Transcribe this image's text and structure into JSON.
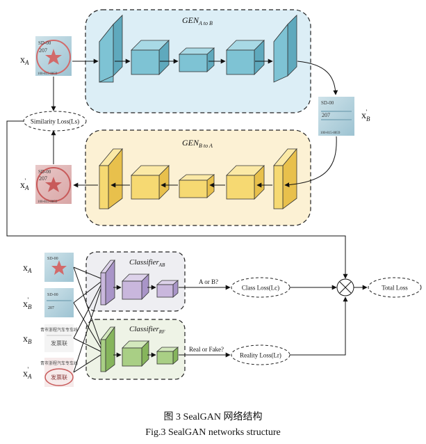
{
  "gen_ab": {
    "name": "GEN",
    "sub": "A to B"
  },
  "gen_ba": {
    "name": "GEN",
    "sub": "B to A"
  },
  "classifier_ab": {
    "name": "Classifier",
    "sub": "AB"
  },
  "classifier_rf": {
    "name": "Classifier",
    "sub": "RF"
  },
  "inputs": {
    "x_a": {
      "base": "x",
      "sub": "A"
    },
    "x_b_prime": {
      "base": "x",
      "sub": "B",
      "prime": "'"
    },
    "x_a_prime": {
      "base": "x",
      "sub": "A",
      "prime": "'"
    }
  },
  "classifier_inputs": [
    {
      "base": "x",
      "sub": "A",
      "prime": ""
    },
    {
      "base": "x",
      "sub": "B",
      "prime": "'"
    },
    {
      "base": "x",
      "sub": "B",
      "prime": ""
    },
    {
      "base": "x",
      "sub": "A",
      "prime": "'"
    }
  ],
  "losses": {
    "similarity": "Similarity Loss(Ls)",
    "class": "Class Loss(Lc)",
    "reality": "Reality Loss(Lr)",
    "total": "Total Loss"
  },
  "edge_labels": {
    "a_or_b": "A or B?",
    "real_or_fake": "Real or Fake?"
  },
  "stamp_text": {
    "number": "207",
    "code": "SD-00",
    "bottom": "100-815-8859",
    "header": "青市浙程汽车专车线",
    "footer": "发票联"
  },
  "caption": {
    "cn": "图 3 SealGAN 网络结构",
    "en": "Fig.3 SealGAN networks structure"
  },
  "colors": {
    "gen_ab_box_fill": "#dceef6",
    "gen_ab_block": "#7ec3d4",
    "gen_ba_box_fill": "#fcf1d4",
    "gen_ba_block": "#f6d972",
    "cls_ab_box_fill": "#eeeef2",
    "cls_ab_block": "#c9b7dd",
    "cls_rf_box_fill": "#eef3e6",
    "cls_rf_block": "#a9cf85",
    "stamp_blue": "#a8cad6",
    "stamp_red": "#d26a6a"
  }
}
